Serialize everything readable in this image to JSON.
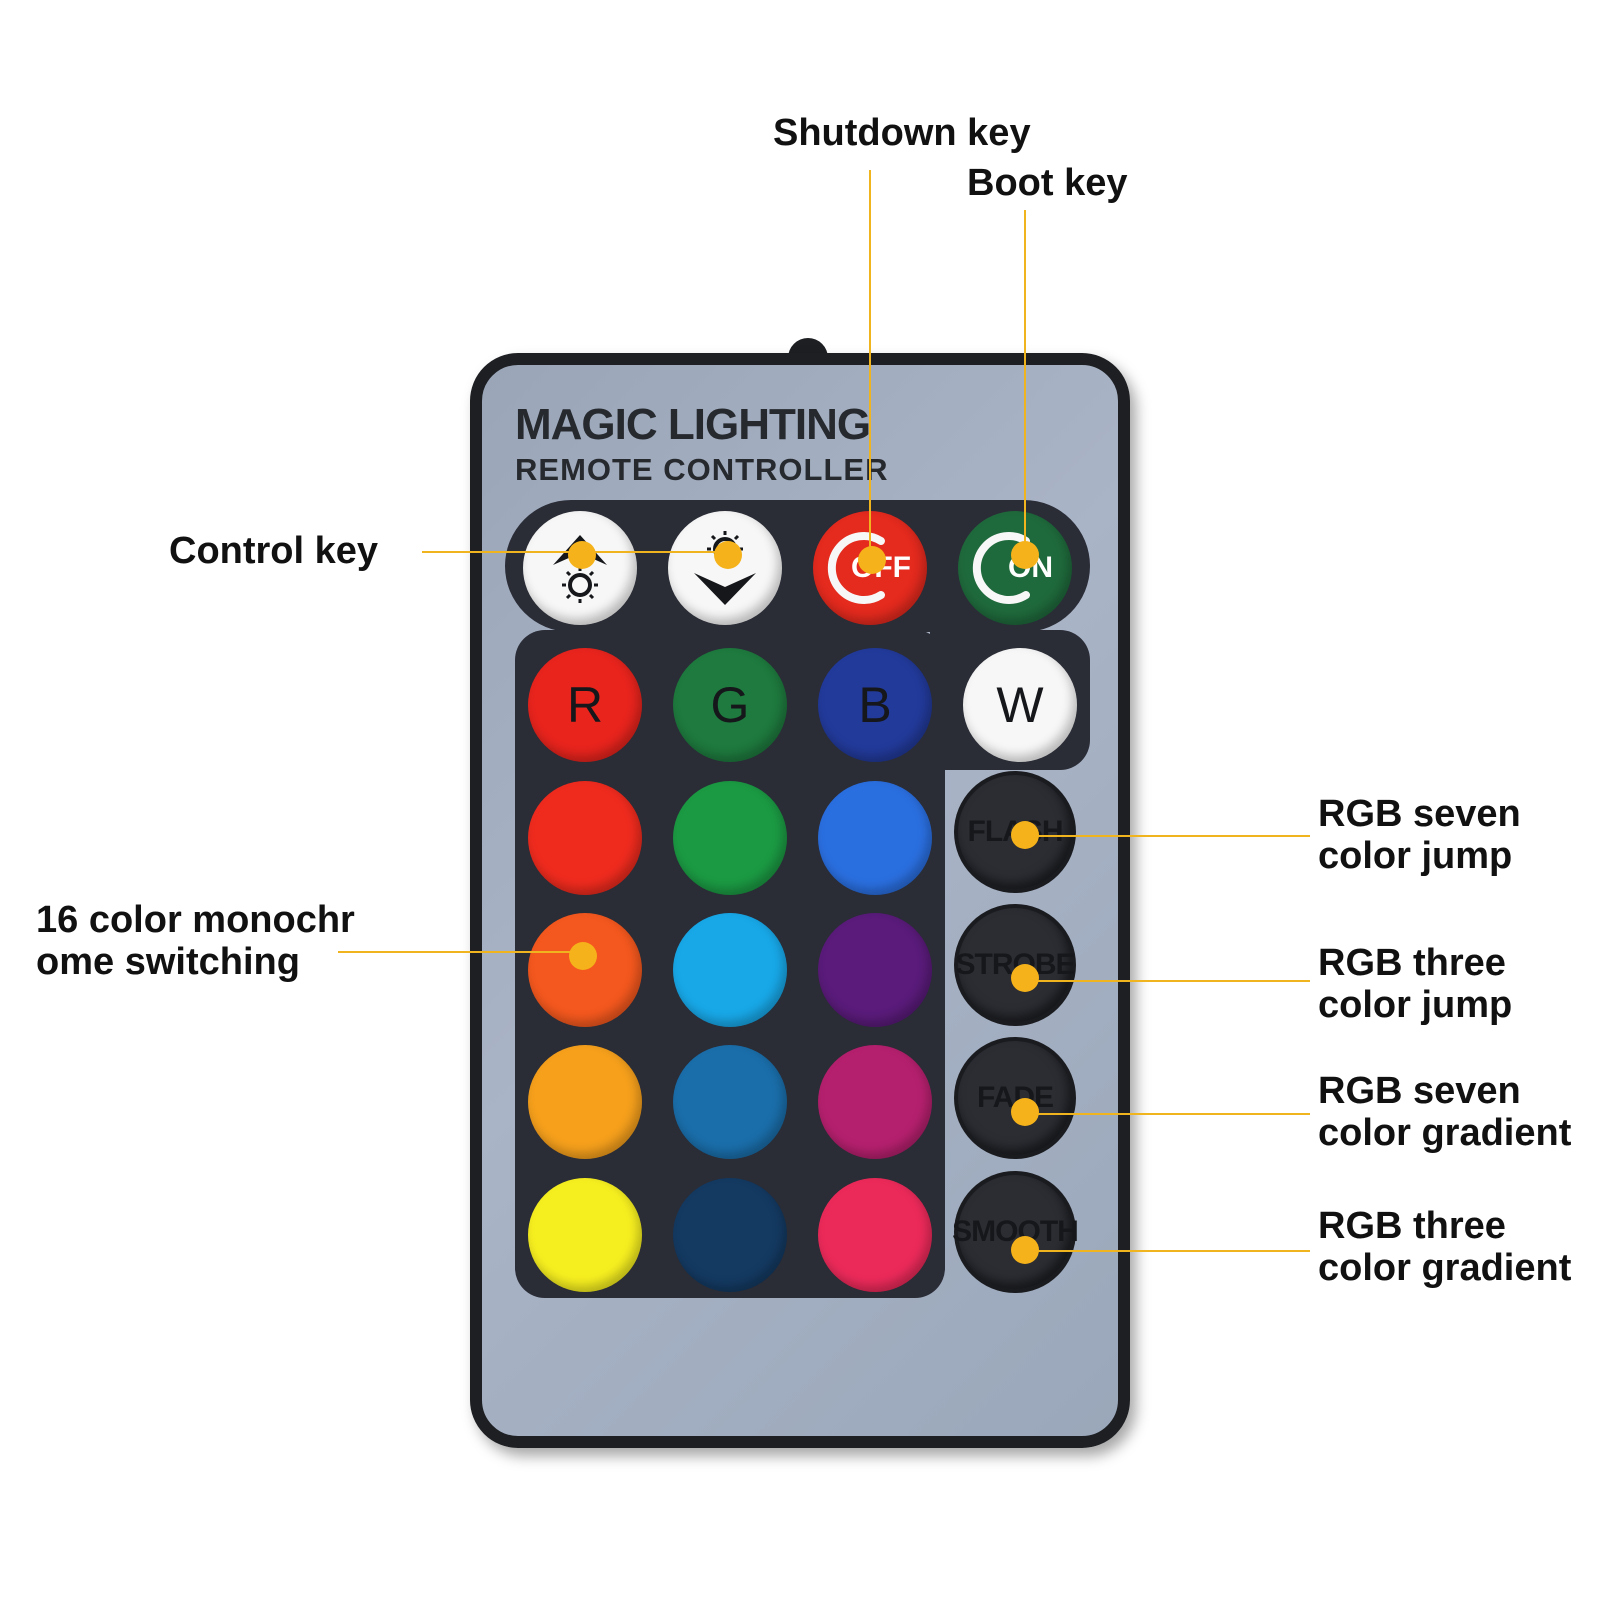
{
  "remote": {
    "brand_title": "MAGIC LIGHTING",
    "brand_subtitle": "REMOTE CONTROLLER",
    "top_keys": [
      {
        "id": "brightness-up",
        "icon": "brightness-up-icon"
      },
      {
        "id": "brightness-down",
        "icon": "brightness-down-icon"
      },
      {
        "id": "off",
        "label": "OFF",
        "color": "#e52a1e"
      },
      {
        "id": "on",
        "label": "ON",
        "color": "#1f6a3c"
      }
    ],
    "color_keys": [
      {
        "label": "R",
        "color": "#e8241d"
      },
      {
        "label": "G",
        "color": "#1e7a3e"
      },
      {
        "label": "B",
        "color": "#223a9a"
      },
      {
        "label": "W",
        "color": "#f7f7f7"
      },
      {
        "label": "",
        "color": "#ef2b1e"
      },
      {
        "label": "",
        "color": "#1b9a43"
      },
      {
        "label": "",
        "color": "#2a6fe0"
      },
      {
        "label": "",
        "color": "#f4581e"
      },
      {
        "label": "",
        "color": "#18a8e8"
      },
      {
        "label": "",
        "color": "#5a1b7a"
      },
      {
        "label": "",
        "color": "#f6a01c"
      },
      {
        "label": "",
        "color": "#1a6eaa"
      },
      {
        "label": "",
        "color": "#b5206e"
      },
      {
        "label": "",
        "color": "#f6ef20"
      },
      {
        "label": "",
        "color": "#143a62"
      },
      {
        "label": "",
        "color": "#ec2a5a"
      }
    ],
    "mode_keys": [
      {
        "id": "flash",
        "label": "FLASH"
      },
      {
        "id": "strobe",
        "label": "STROBE"
      },
      {
        "id": "fade",
        "label": "FADE"
      },
      {
        "id": "smooth",
        "label": "SMOOTH"
      }
    ]
  },
  "callouts": {
    "shutdown_key": "Shutdown key",
    "boot_key": "Boot key",
    "control_key": "Control key",
    "monochrome_line1": "16 color monochr",
    "monochrome_line2": "ome switching",
    "flash_line1": "RGB seven",
    "flash_line2": "color jump",
    "strobe_line1": "RGB three",
    "strobe_line2": "color jump",
    "fade_line1": "RGB seven",
    "fade_line2": "color gradient",
    "smooth_line1": "RGB three",
    "smooth_line2": "color gradient"
  },
  "colors": {
    "leader": "#f0b41e",
    "dot": "#f5b21a",
    "panel": "#2a2c36",
    "shell": "#1d1f22"
  }
}
